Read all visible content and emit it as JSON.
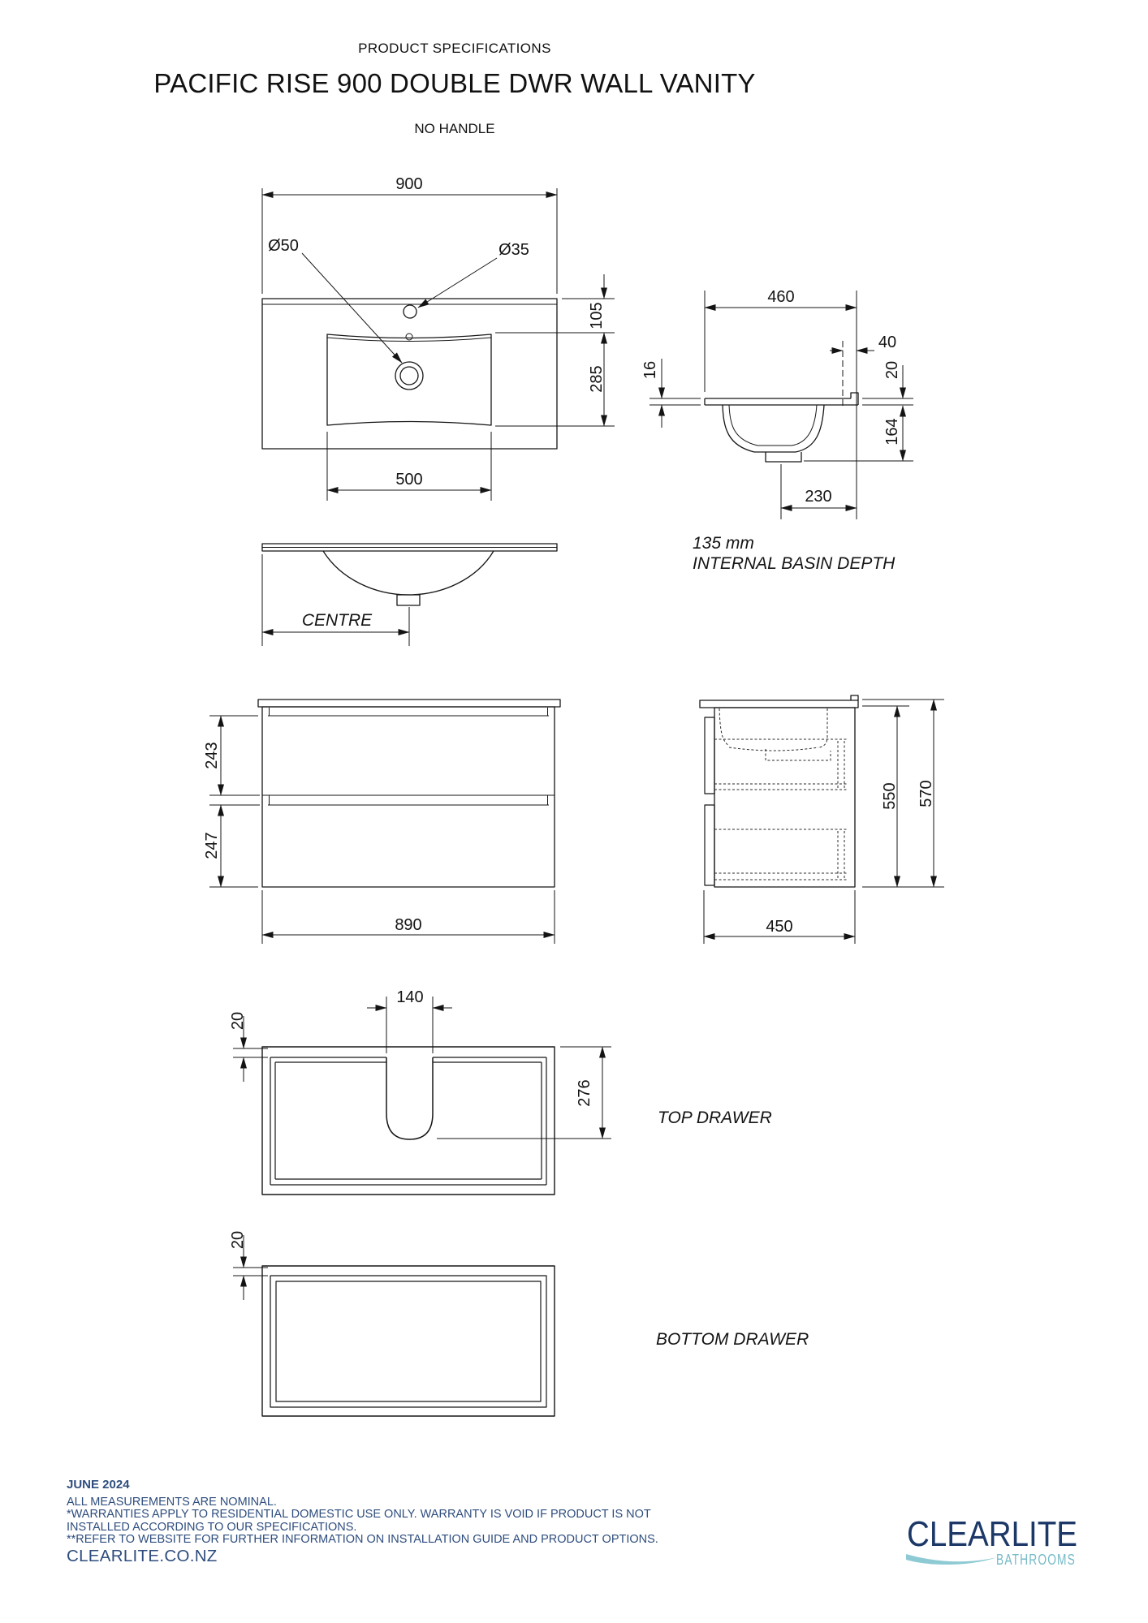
{
  "header": {
    "eyebrow": "PRODUCT SPECIFICATIONS",
    "title": "PACIFIC RISE 900 DOUBLE DWR WALL VANITY",
    "subtitle": "NO HANDLE"
  },
  "dims": {
    "plan_width": "900",
    "waste_dia": "Ø50",
    "tap_dia": "Ø35",
    "plan_offset_top": "105",
    "basin_length": "285",
    "basin_cutout_width": "500",
    "section_depth": "460",
    "tap_to_back": "40",
    "upstand_height": "20",
    "bench_thickness": "16",
    "basin_drop": "164",
    "waste_to_back": "230",
    "basin_note_value": "135 mm",
    "basin_note_label": "INTERNAL BASIN DEPTH",
    "centre_label": "CENTRE",
    "front_top_drawer": "243",
    "front_bottom_drawer": "247",
    "cabinet_width": "890",
    "cabinet_height": "550",
    "overall_height": "570",
    "cabinet_depth": "450",
    "cutout_width": "140",
    "top_drawer_wall": "20",
    "top_drawer_internal": "276",
    "top_drawer_label": "TOP DRAWER",
    "bottom_drawer_wall": "20",
    "bottom_drawer_label": "BOTTOM DRAWER"
  },
  "footer": {
    "date": "JUNE 2024",
    "line1": "ALL MEASUREMENTS ARE NOMINAL.",
    "line2": "*WARRANTIES APPLY TO RESIDENTIAL DOMESTIC USE ONLY. WARRANTY IS VOID IF PRODUCT IS NOT",
    "line3": "INSTALLED ACCORDING TO OUR SPECIFICATIONS.",
    "line4": "**REFER TO WEBSITE FOR FURTHER INFORMATION ON INSTALLATION GUIDE AND PRODUCT OPTIONS.",
    "website": "CLEARLITE.CO.NZ"
  },
  "logo": {
    "brand": "CLEARLITE",
    "tagline": "BATHROOMS"
  },
  "colors": {
    "line": "#161616",
    "footer_text": "#2e4d7e",
    "logo_navy": "#1c3867",
    "logo_teal": "#74b9c8",
    "wave_teal": "#8ecad3"
  }
}
